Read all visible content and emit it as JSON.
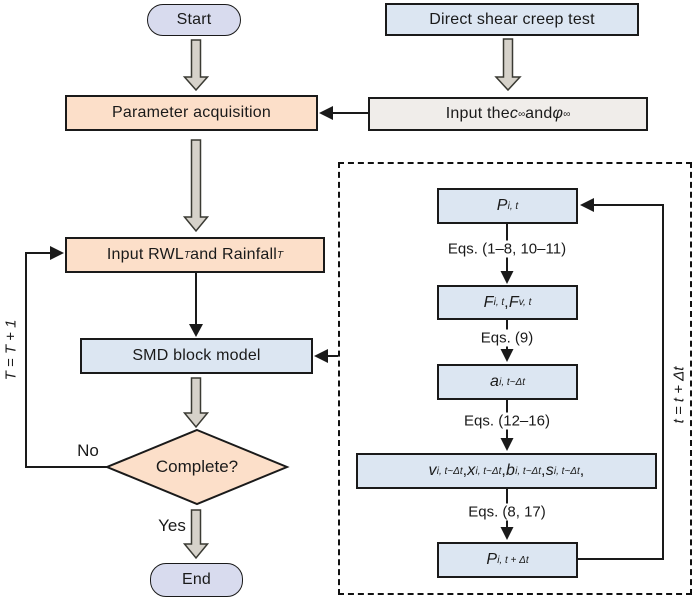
{
  "colors": {
    "bg": "#ffffff",
    "line": "#1a1a1a",
    "box-border": "#1a1a1a",
    "lavender": "#d8dbee",
    "blue": "#dce6f2",
    "peach": "#fcdfc9",
    "gray-box": "#f0edea",
    "arrow-fill": "#d6d2ca",
    "arrow-stroke": "#3a3a33"
  },
  "nodes": {
    "start": {
      "label": "Start"
    },
    "direct_shear": {
      "label": "Direct shear creep test"
    },
    "param_acq": {
      "label": "Parameter acquisition"
    },
    "input_c_phi": {
      "pre": "Input the ",
      "var1": "c",
      "sub1": "∞",
      "mid": " and ",
      "var2": "φ",
      "sub2": "∞"
    },
    "input_rwl": {
      "pre": "Input RWL",
      "sub1": "T",
      "mid": " and Rainfall",
      "sub2": "T"
    },
    "smd": {
      "label": "SMD block model"
    },
    "complete": {
      "label": "Complete?"
    },
    "end": {
      "label": "End"
    }
  },
  "branch": {
    "no": "No",
    "yes": "Yes"
  },
  "loop_labels": {
    "left": "T = T + 1",
    "right": "t = t + Δt"
  },
  "inner": {
    "p_t": {
      "base": "P",
      "sub": "i, t"
    },
    "f": {
      "base1": "F",
      "sub1": "i, t",
      "sep": ", ",
      "base2": "F",
      "sub2": "v, t"
    },
    "a": {
      "base": "a",
      "sub": "i, t~Δt"
    },
    "vxbs": {
      "b1": "v",
      "s1": "i, t~Δt",
      "c1": ", ",
      "b2": "x",
      "s2": "i, t~Δt",
      "c2": ", ",
      "b3": "b",
      "s3": "i, t~Δt",
      "c3": ", ",
      "b4": "s",
      "s4": "i, t~Δt",
      "trail": ","
    },
    "p_t_dt": {
      "base": "P",
      "sub": "i, t + Δt"
    },
    "eq1": "Eqs. (1–8, 10–11)",
    "eq2": "Eqs. (9)",
    "eq3": "Eqs. (12–16)",
    "eq4": "Eqs. (8, 17)"
  }
}
